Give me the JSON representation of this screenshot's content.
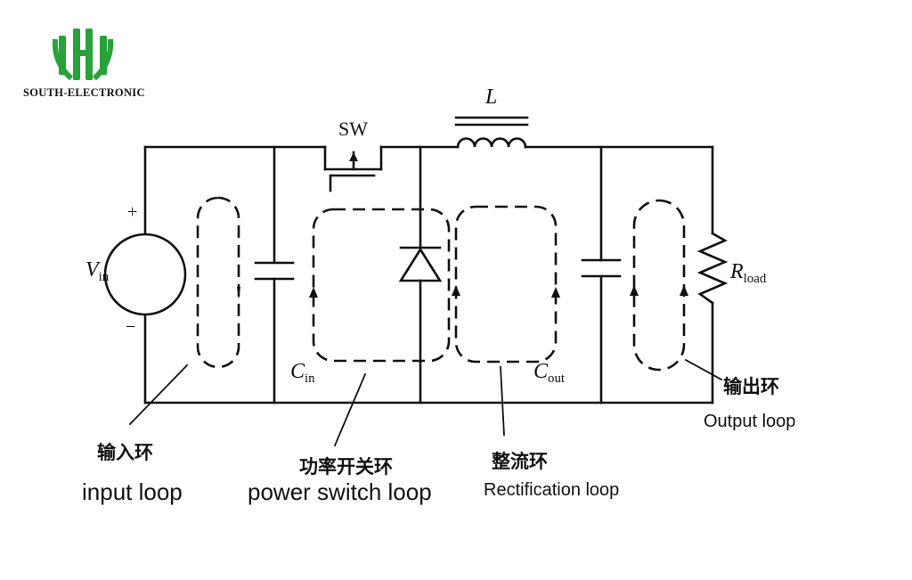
{
  "logo": {
    "brand_text": "SOUTH-ELECTRONIC",
    "color": "#27a339"
  },
  "components": {
    "switch": "SW",
    "inductor": "L",
    "source_main": "V",
    "source_sub": "in",
    "cin_main": "C",
    "cin_sub": "in",
    "cout_main": "C",
    "cout_sub": "out",
    "rload_main": "R",
    "rload_sub": "load",
    "plus": "+",
    "minus": "−"
  },
  "loops": {
    "input": {
      "zh": "输入环",
      "en": "input loop"
    },
    "power_switch": {
      "zh": "功率开关环",
      "en": "power switch loop"
    },
    "rectification": {
      "zh": "整流环",
      "en": "Rectification loop"
    },
    "output": {
      "zh": "输出环",
      "en": "Output loop"
    }
  }
}
